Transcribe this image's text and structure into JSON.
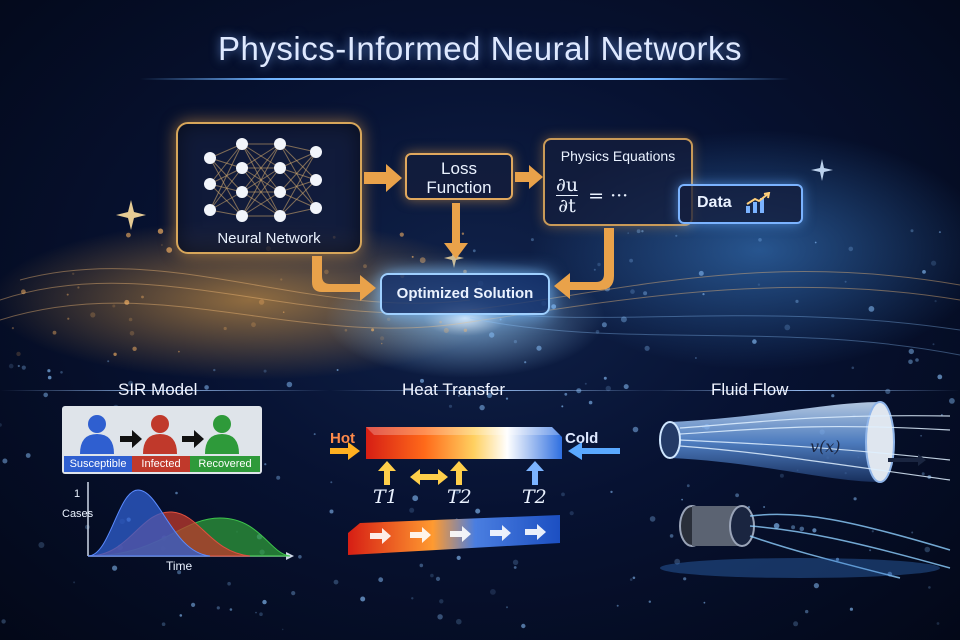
{
  "title": "Physics-Informed Neural Networks",
  "flow": {
    "neural_network": "Neural Network",
    "loss_function_line1": "Loss",
    "loss_function_line2": "Function",
    "physics_equations": "Physics Equations",
    "equation_numerator": "∂u",
    "equation_denominator": "∂t",
    "equation_rest": "= ···",
    "data": "Data",
    "optimized_solution": "Optimized Solution"
  },
  "sections": {
    "sir": {
      "title": "SIR Model",
      "labels": [
        "Susceptible",
        "Infected",
        "Recovered"
      ],
      "y_axis": "Cases",
      "y_tick": "1",
      "x_axis": "Time"
    },
    "heat": {
      "title": "Heat Transfer",
      "hot": "Hot",
      "cold": "Cold",
      "t1": "T1",
      "t2a": "T2",
      "t2b": "T2"
    },
    "fluid": {
      "title": "Fluid Flow",
      "velocity": "v(x)"
    }
  },
  "colors": {
    "accent_orange": "#e9a24a",
    "accent_blue": "#7bb3ff",
    "susceptible": "#2f5fd0",
    "infected": "#c0392b",
    "recovered": "#2e9a3a"
  }
}
